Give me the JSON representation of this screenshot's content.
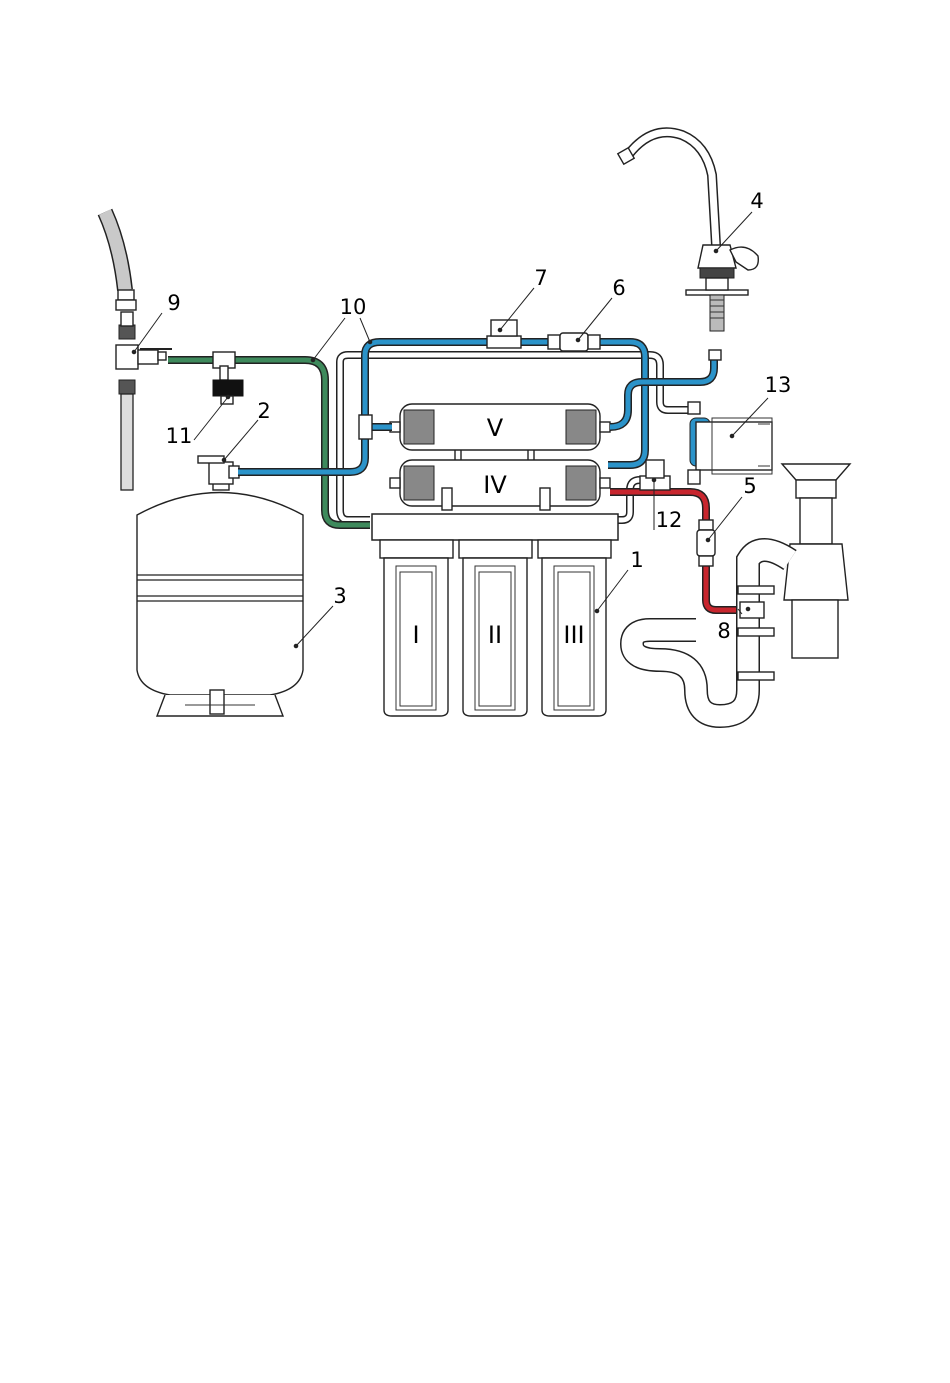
{
  "colors": {
    "blue_tube": "#2b93c9",
    "green_tube": "#3e8a5c",
    "red_tube": "#c8262e",
    "outline": "#222222",
    "background": "#ffffff"
  },
  "stage_labels": {
    "s1": "I",
    "s2": "II",
    "s3": "III",
    "s4": "IV",
    "s5": "V"
  },
  "callouts": {
    "c1": "1",
    "c2": "2",
    "c3": "3",
    "c4": "4",
    "c5": "5",
    "c6": "6",
    "c7": "7",
    "c8": "8",
    "c9": "9",
    "c10": "10",
    "c11": "11",
    "c12": "12",
    "c13": "13"
  }
}
